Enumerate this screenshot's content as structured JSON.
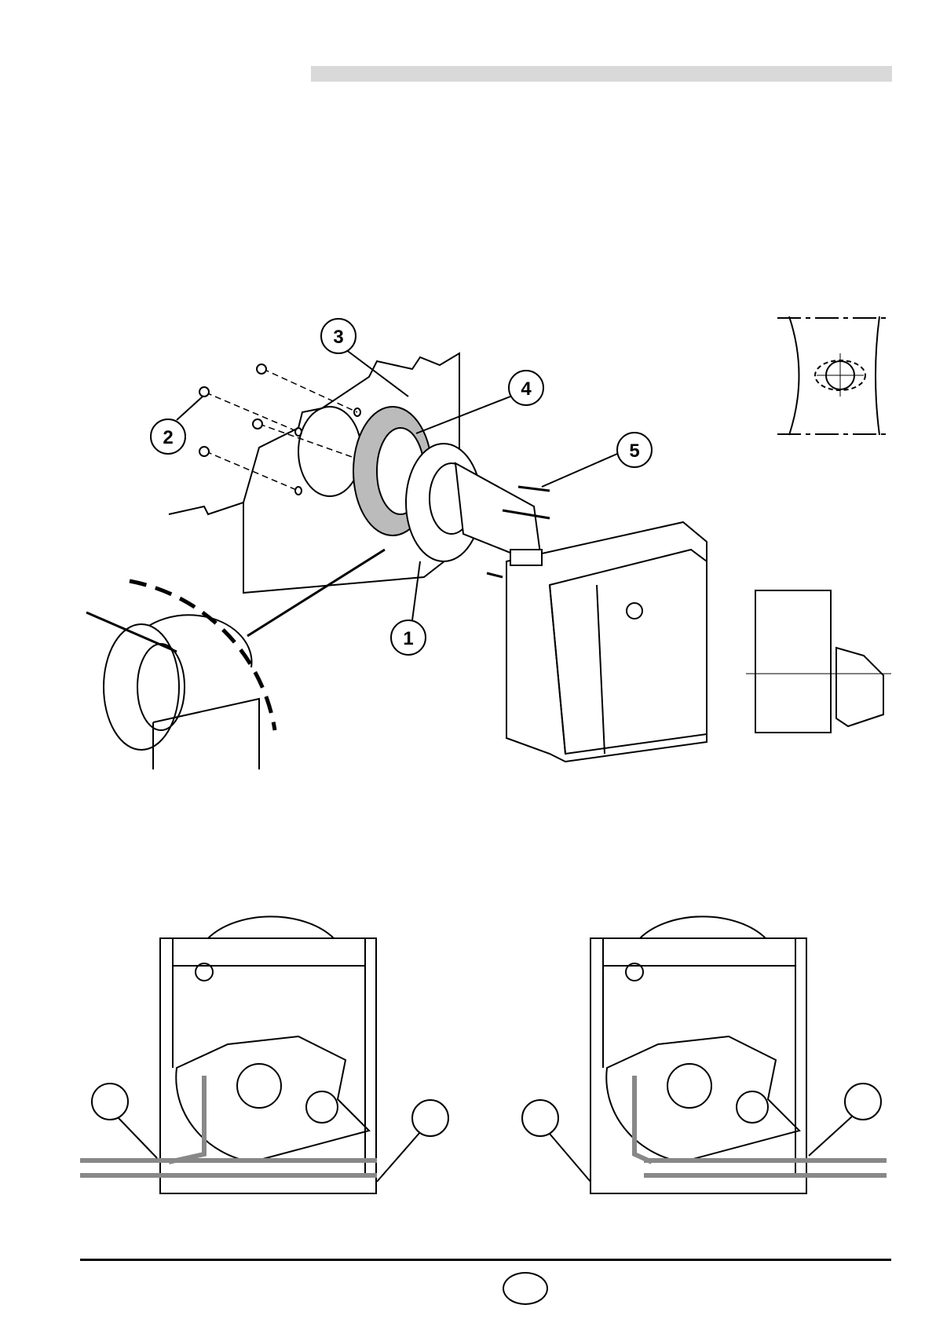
{
  "header": {
    "title": ""
  },
  "figure_main": {
    "callouts": [
      {
        "label": "1"
      },
      {
        "label": "2"
      },
      {
        "label": "3"
      },
      {
        "label": "4"
      },
      {
        "label": "5"
      }
    ]
  },
  "figure_bottom": {
    "callouts": [
      {
        "label": ""
      },
      {
        "label": ""
      },
      {
        "label": ""
      },
      {
        "label": ""
      }
    ]
  },
  "footer": {
    "page_number": ""
  }
}
